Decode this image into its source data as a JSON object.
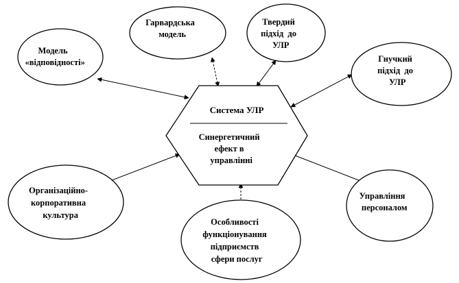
{
  "diagram": {
    "center": {
      "title": "Система УЛР",
      "subtitle_lines": [
        "Синергетичний",
        "ефект в",
        "управлінні"
      ]
    },
    "nodes": [
      {
        "id": "compliance-model",
        "lines": [
          "Модель",
          "«відповідності»"
        ],
        "arrow_style": "solid"
      },
      {
        "id": "harvard-model",
        "lines": [
          "Гарвардська",
          "модель"
        ],
        "arrow_style": "dashed"
      },
      {
        "id": "hard-approach",
        "lines": [
          "Твердий",
          "підхід  до",
          "УЛР"
        ],
        "arrow_style": "solid"
      },
      {
        "id": "flexible-approach",
        "lines": [
          "Гнучкий",
          "підхід  до",
          "УЛР"
        ],
        "arrow_style": "solid"
      },
      {
        "id": "personnel-management",
        "lines": [
          "Управління",
          "персоналом"
        ],
        "arrow_style": "solid"
      },
      {
        "id": "service-enterprises",
        "lines": [
          "Особливості",
          "функціонування",
          "підприємств",
          "сфери послуг"
        ],
        "arrow_style": "dashed"
      },
      {
        "id": "corporate-culture",
        "lines": [
          "Організаційно-",
          "корпоративна",
          "культура"
        ],
        "arrow_style": "solid"
      }
    ]
  }
}
